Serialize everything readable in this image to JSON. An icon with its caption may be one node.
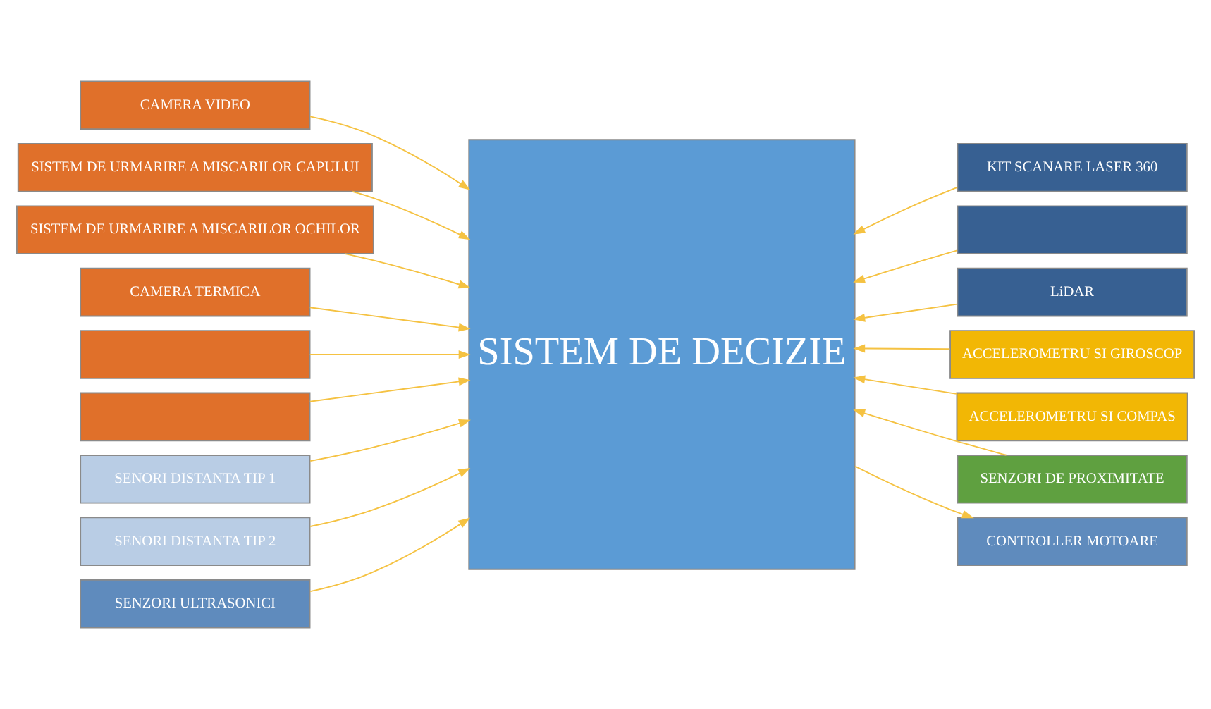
{
  "diagram": {
    "nodes": [
      {
        "text": [
          "CAMERA VIDEO"
        ]
      },
      {
        "text": [
          "SISTEM DE URMARIRE A MISCARILOR CAPULUI"
        ]
      },
      {
        "text": [
          "SISTEM DE URMARIRE A MISCARILOR OCHILOR"
        ]
      },
      {
        "text": [
          "CAMERA TERMICA"
        ]
      },
      {
        "text": [],
        "shape": "box"
      },
      {
        "text": [],
        "shape": "box"
      },
      {
        "text": [
          "SENORI DISTANTA TIP 1"
        ]
      },
      {
        "text": [
          "SENORI DISTANTA TIP 2"
        ]
      },
      {
        "text": [
          "SENZORI ULTRASONICI"
        ]
      },
      {
        "text": [
          "SISTEM DE DECIZIE"
        ]
      },
      {
        "text": [
          "KIT SCANARE LASER 360"
        ]
      },
      {
        "text": [],
        "shape": "box"
      },
      {
        "text": [
          "LiDAR"
        ]
      },
      {
        "text": [
          "ACCELEROMETRU SI GIROSCOP"
        ]
      },
      {
        "text": [
          "ACCELEROMETRU SI COMPAS"
        ]
      },
      {
        "text": [
          "SENZORI DE PROXIMITATE"
        ]
      },
      {
        "text": [
          "CONTROLLER MOTOARE"
        ]
      }
    ],
    "edges": [
      {
        "from": 0,
        "to": 9,
        "arrow": "to"
      },
      {
        "from": 1,
        "to": 9,
        "arrow": "to"
      },
      {
        "from": 2,
        "to": 9,
        "arrow": "to"
      },
      {
        "from": 3,
        "to": 9,
        "arrow": "to"
      },
      {
        "from": 4,
        "to": 9,
        "arrow": "to"
      },
      {
        "from": 5,
        "to": 9,
        "arrow": "to"
      },
      {
        "from": 6,
        "to": 9,
        "arrow": "to"
      },
      {
        "from": 7,
        "to": 9,
        "arrow": "to"
      },
      {
        "from": 8,
        "to": 9,
        "arrow": "to"
      },
      {
        "from": 10,
        "to": 9,
        "arrow": "to"
      },
      {
        "from": 11,
        "to": 9,
        "arrow": "to"
      },
      {
        "from": 12,
        "to": 9,
        "arrow": "to"
      },
      {
        "from": 13,
        "to": 9,
        "arrow": "to"
      },
      {
        "from": 14,
        "to": 9,
        "arrow": "to"
      },
      {
        "from": 15,
        "to": 9,
        "arrow": "to"
      },
      {
        "from": 9,
        "to": 16,
        "arrow": "to"
      }
    ]
  }
}
